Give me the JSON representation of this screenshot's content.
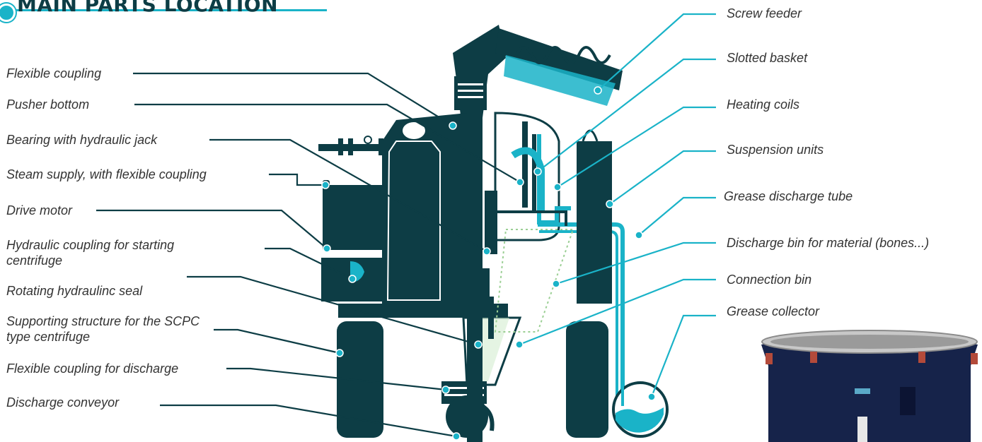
{
  "header": {
    "title": "MAIN PARTS LOCATION"
  },
  "colors": {
    "accent": "#1ab3c8",
    "dark": "#0d3d45",
    "text": "#333333"
  },
  "labels_left": {
    "flexible_coupling": "Flexible coupling",
    "pusher_bottom": "Pusher bottom",
    "bearing": "Bearing with hydraulic jack",
    "steam_supply": "Steam supply, with flexible coupling",
    "drive_motor": "Drive motor",
    "hydraulic_coupling": "Hydraulic coupling for starting centrifuge",
    "rotating_seal": "Rotating hydraulinc seal",
    "supporting_structure": "Supporting structure for the SCPC type centrifuge",
    "flexible_coupling_discharge": "Flexible coupling for discharge",
    "discharge_conveyor": "Discharge conveyor"
  },
  "labels_right": {
    "screw_feeder": "Screw feeder",
    "slotted_basket": "Slotted basket",
    "heating_coils": "Heating coils",
    "suspension_units": "Suspension units",
    "grease_discharge_tube": "Grease discharge tube",
    "discharge_bin": "Discharge bin for material (bones...)",
    "connection_bin": "Connection bin",
    "grease_collector": "Grease collector"
  },
  "photo": {
    "name": "centrifuge-photo"
  }
}
